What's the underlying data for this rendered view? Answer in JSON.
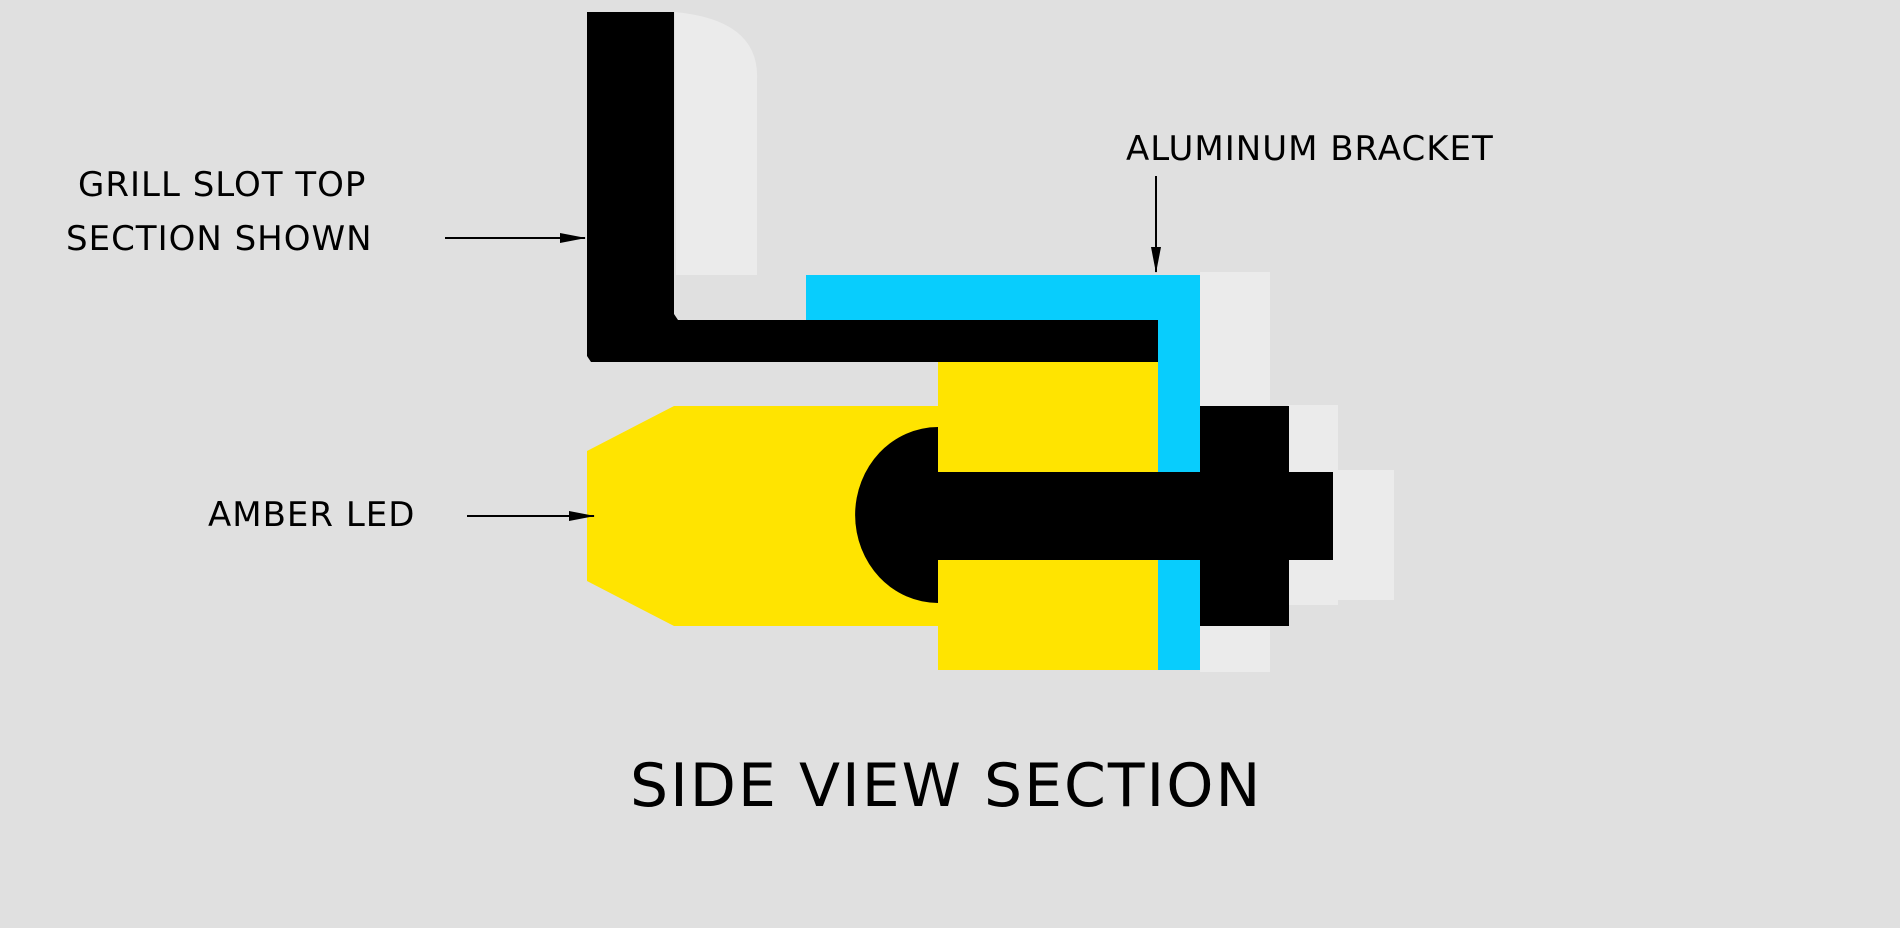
{
  "labels": {
    "grill_line1": "Grill slot top",
    "grill_line2": "section shown",
    "bracket": "Aluminum bracket",
    "led": "Amber LED",
    "title": "Side view section"
  },
  "colors": {
    "background": "#e0e0e0",
    "grill": "#000000",
    "bracket": "#08cdfd",
    "led": "#ffe400",
    "bolt": "#000000",
    "shadow": "#ebebeb"
  }
}
